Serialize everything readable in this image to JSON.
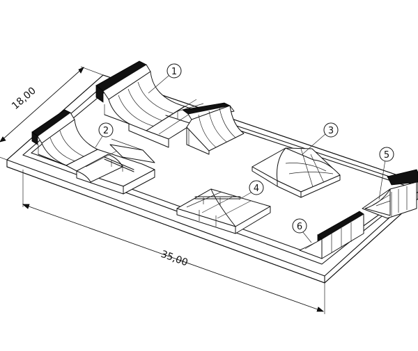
{
  "dimensions": {
    "width": "18,00",
    "length": "35,00"
  },
  "balloons": [
    "1",
    "2",
    "3",
    "4",
    "5",
    "6"
  ]
}
